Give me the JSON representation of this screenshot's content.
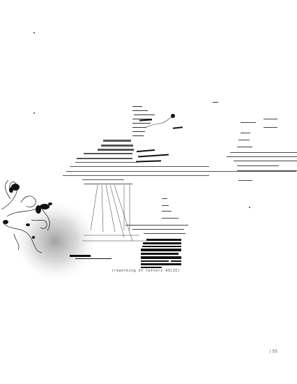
{
  "caption": "(reworking of letters ASCII)",
  "page_number": "/ 55",
  "colors": {
    "ink": "#111111",
    "paper": "#ffffff",
    "grey_wash": "#9a9a9a"
  },
  "icons": [
    "ink-splatter-illustration"
  ]
}
